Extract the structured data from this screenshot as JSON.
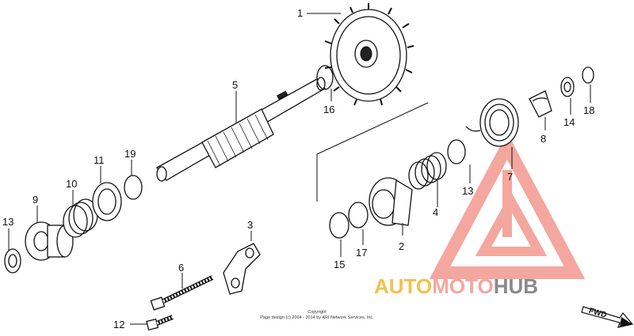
{
  "parts": {
    "p1": "1",
    "p2": "2",
    "p3": "3",
    "p4": "4",
    "p5": "5",
    "p6": "6",
    "p7": "7",
    "p8": "8",
    "p9": "9",
    "p10": "10",
    "p11": "11",
    "p12": "12",
    "p13a": "13",
    "p13b": "13",
    "p14": "14",
    "p15": "15",
    "p16": "16",
    "p17": "17",
    "p18": "18",
    "p19": "19"
  },
  "copyright": {
    "line1": "Copyright",
    "line2": "Page design (c) 2004 - 2014 by ARI Network Services, Inc."
  },
  "watermark": {
    "auto": "AUTO",
    "moto": "MOTO",
    "hub": "HUB",
    "colors": {
      "auto": "#f2c14e",
      "moto": "#f2a7a0",
      "hub": "#8a8a8a",
      "logo": "#f08a80"
    }
  },
  "direction": {
    "label": "FWD"
  }
}
